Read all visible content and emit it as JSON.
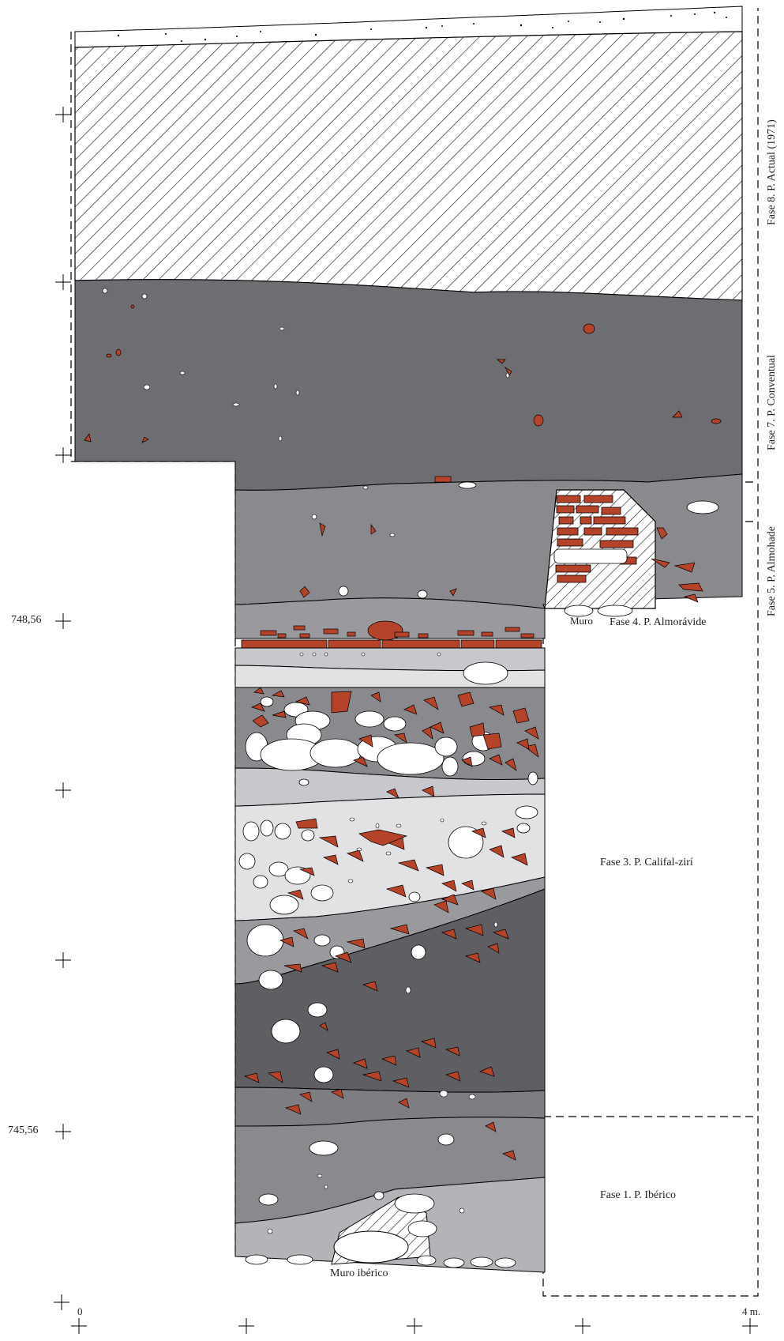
{
  "labels": {
    "phases": {
      "fase8": "Fase 8. P. Actual (1971)",
      "fase7": "Fase 7. P. Conventual",
      "fase5": "Fase 5. P. Almohade",
      "fase4": "Fase 4. P. Almorávide",
      "fase3": "Fase 3. P. Califal-zirí",
      "fase1": "Fase 1. P. Ibérico"
    },
    "features": {
      "muro": "Muro",
      "muro_iberico": "Muro ibérico"
    },
    "elevations": {
      "upper": "748,56",
      "lower": "745,56"
    },
    "scale": {
      "start": "0",
      "end": "4 m."
    }
  },
  "colors": {
    "background": "#ffffff",
    "topsoil": "#ffffff",
    "hatch": "#1a1a1a",
    "layer_dark": "#6e6e72",
    "layer_darker": "#5f5f63",
    "layer_mid": "#8a8a8e",
    "layer_light": "#c8c8cc",
    "layer_pale": "#e2e2e5",
    "ceramic": "#b5432a",
    "stone": "#ffffff",
    "outline": "#000000"
  }
}
